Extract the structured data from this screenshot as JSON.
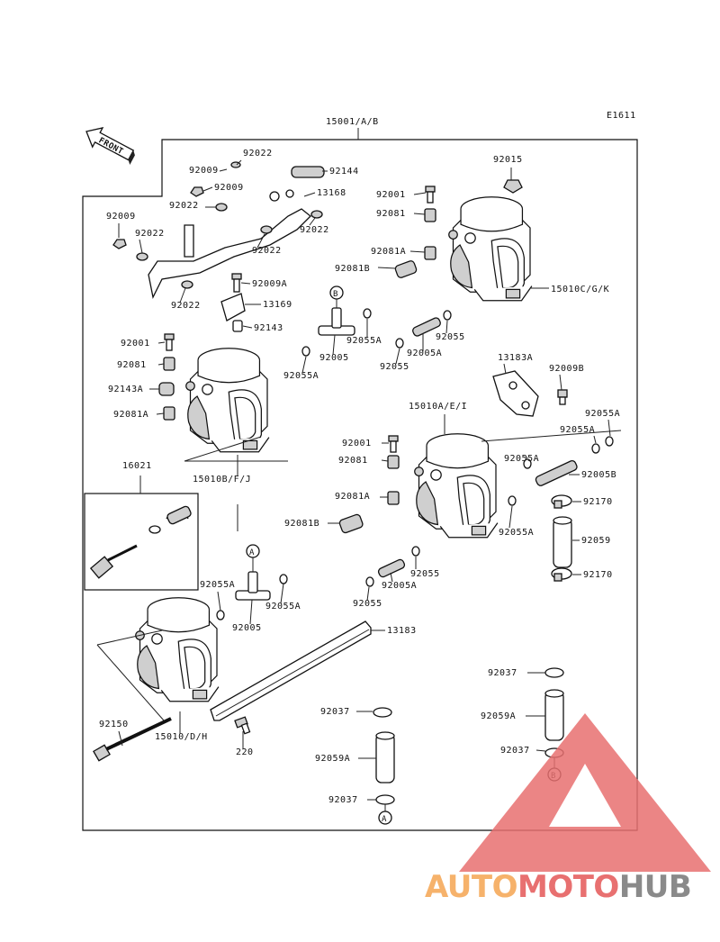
{
  "diagram": {
    "code": "E1611",
    "assembly_label": "15001/A/B",
    "front_label": "FRONT",
    "callouts": {
      "a": "A",
      "b": "B"
    },
    "parts": {
      "p92022_top": "92022",
      "p92144": "92144",
      "p92009_a": "92009",
      "p92009_b": "92009",
      "p13168": "13168",
      "p92022_b": "92022",
      "p92022_c": "92022",
      "p92022_d": "92022",
      "p92009_c": "92009",
      "p92022_e": "92022",
      "p92022_f": "92022",
      "p92009A": "92009A",
      "p13169": "13169",
      "p92143": "92143",
      "p92015": "92015",
      "p92001_a": "92001",
      "p92081_a": "92081",
      "p92081A_a": "92081A",
      "p92081B_a": "92081B",
      "p15010CGK": "15010C/G/K",
      "p92055A_a": "92055A",
      "p92005_a": "92005",
      "p92005A_a": "92005A",
      "p92055_a": "92055",
      "p92055_b": "92055",
      "p92055A_b": "92055A",
      "p92001_b": "92001",
      "p92081_b": "92081",
      "p92143A": "92143A",
      "p92081A_b": "92081A",
      "p15010BFJ": "15010B/F/J",
      "p13183A": "13183A",
      "p92009B": "92009B",
      "p92055A_c": "92055A",
      "p92055A_d": "92055A",
      "p15010AEI": "15010A/E/I",
      "p92001_c": "92001",
      "p92081_c": "92081",
      "p92055A_e": "92055A",
      "p92005B": "92005B",
      "p92081A_c": "92081A",
      "p92170_a": "92170",
      "p92081B_b": "92081B",
      "p92055A_f": "92055A",
      "p92059": "92059",
      "p92055_c": "92055",
      "p92005A_b": "92005A",
      "p92170_b": "92170",
      "p92055_d": "92055",
      "p16021": "16021",
      "p92055A_g": "92055A",
      "p92055A_h": "92055A",
      "p92005_b": "92005",
      "p13183": "13183",
      "p92037_a": "92037",
      "p92037_b": "92037",
      "p92059A_a": "92059A",
      "p92037_c": "92037",
      "p92150": "92150",
      "p15010DH": "15010/D/H",
      "p220": "220",
      "p92059A_b": "92059A",
      "p92037_d": "92037"
    },
    "watermark": {
      "part1": "AUTO",
      "part2": "MOTO",
      "part3": "HUB",
      "color1": "#f6b26b",
      "color2": "#e87070",
      "color3": "#8a8a8a",
      "tri_color": "#e87070"
    }
  }
}
